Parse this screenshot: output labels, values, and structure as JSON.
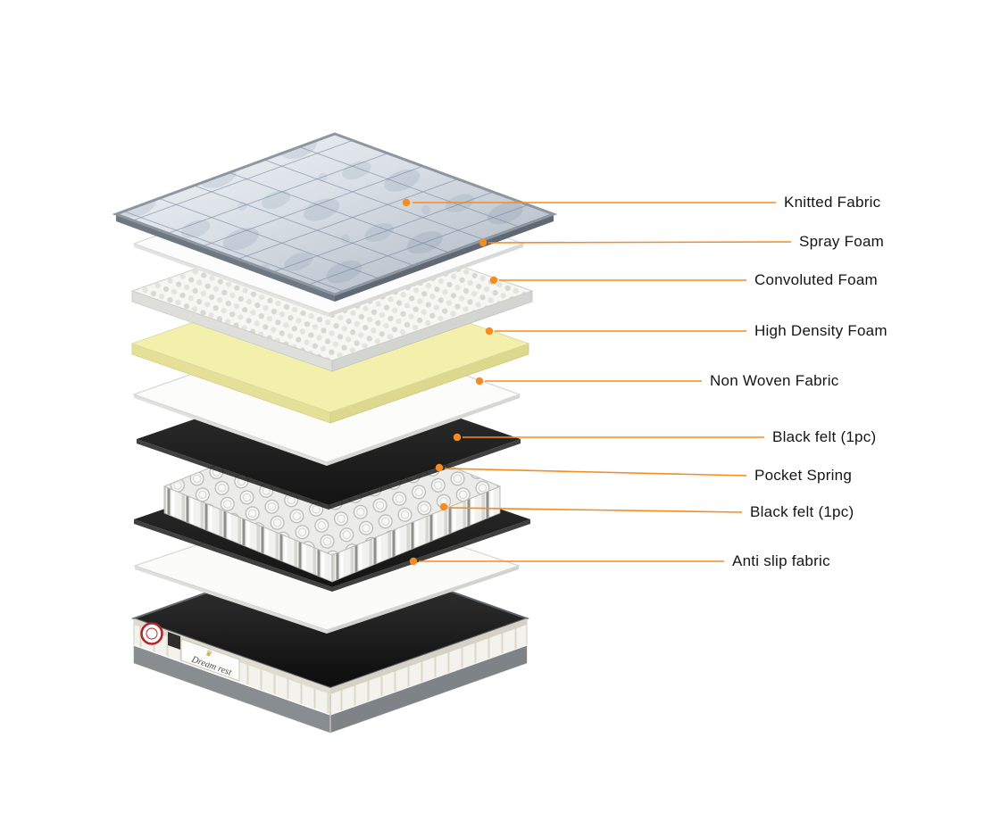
{
  "diagram": {
    "accent_color": "#F68B1F",
    "callouts": [
      {
        "id": "knitted-fabric",
        "label": "Knitted Fabric"
      },
      {
        "id": "spray-foam",
        "label": "Spray Foam"
      },
      {
        "id": "convoluted-foam",
        "label": "Convoluted Foam"
      },
      {
        "id": "high-density-foam",
        "label": "High Density Foam"
      },
      {
        "id": "non-woven-fabric",
        "label": "Non Woven Fabric"
      },
      {
        "id": "black-felt-upper",
        "label": "Black felt (1pc)"
      },
      {
        "id": "pocket-spring",
        "label": "Pocket Spring"
      },
      {
        "id": "black-felt-lower",
        "label": "Black felt (1pc)"
      },
      {
        "id": "anti-slip-fabric",
        "label": "Anti slip fabric"
      }
    ],
    "mattress": {
      "brand_label": "Dream rest"
    },
    "colors": {
      "high_density_foam": "#F3F0AC",
      "black_felt": "#1F1F1F",
      "knitted_fabric_base": "#C9D0D8",
      "mattress_top": "#141414"
    }
  }
}
